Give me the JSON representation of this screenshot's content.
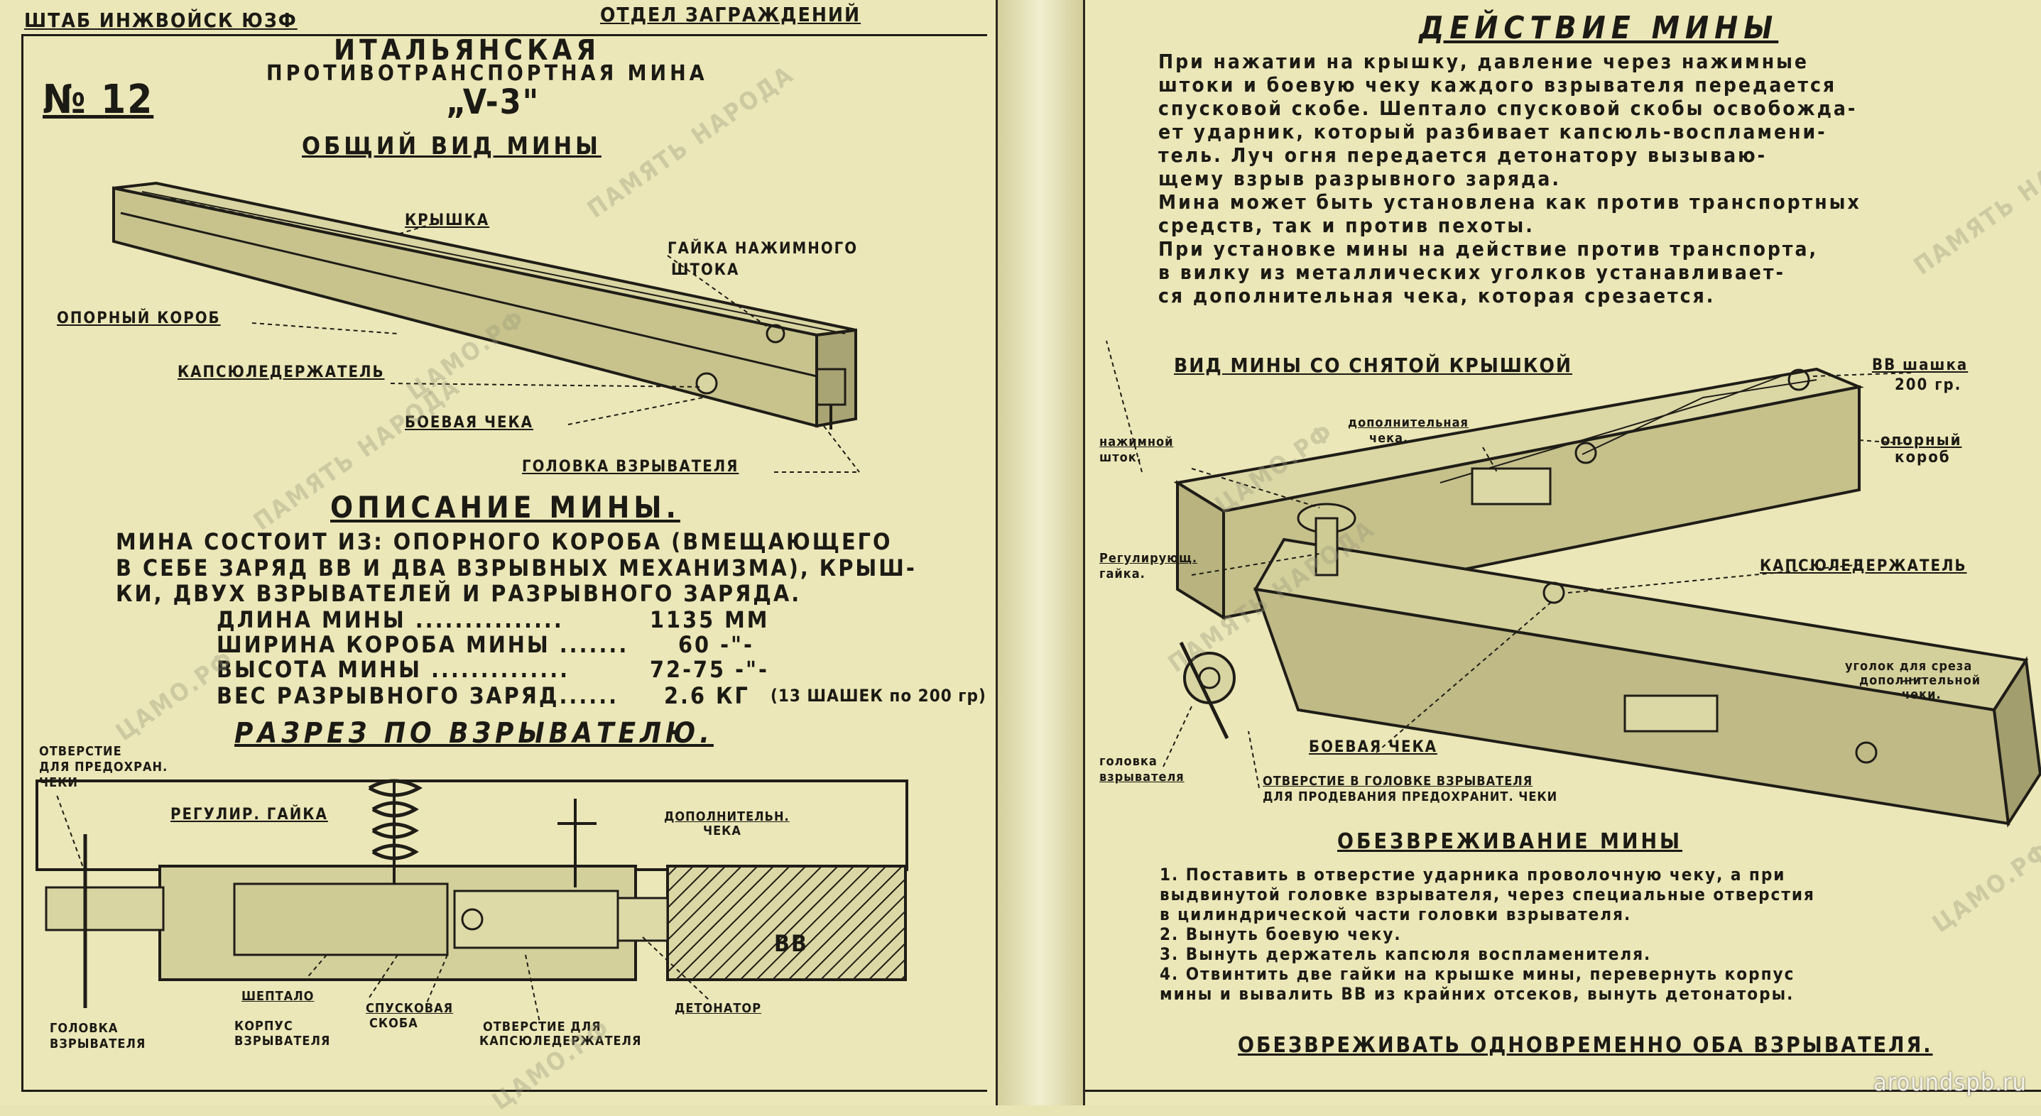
{
  "left": {
    "hq": "ШТАБ ИНЖВОЙСК ЮЗФ",
    "dept": "ОТДЕЛ ЗАГРАЖДЕНИЙ",
    "number": "№ 12",
    "title_line1": "ИТАЛЬЯНСКАЯ",
    "title_line2": "ПРОТИВОТРАНСПОРТНАЯ МИНА",
    "title_line3": "„V-3\"",
    "general_view": "ОБЩИЙ ВИД МИНЫ",
    "labels": {
      "lid": "КРЫШКА",
      "nut": "ГАЙКА НАЖИМНОГО",
      "nut2": "ШТОКА",
      "box": "ОПОРНЫЙ КОРОБ",
      "capsule": "КАПСЮЛЕДЕРЖАТЕЛЬ",
      "pin": "БОЕВАЯ ЧЕКА",
      "head": "ГОЛОВКА ВЗРЫВАТЕЛЯ"
    },
    "desc_title": "ОПИСАНИЕ МИНЫ.",
    "desc_lines": [
      "МИНА СОСТОИТ ИЗ: ОПОРНОГО КОРОБА (ВМЕЩАЮЩЕГО",
      "В СЕБЕ ЗАРЯД ВВ И ДВА ВЗРЫВНЫХ МЕХАНИЗМА), КРЫШ-",
      "КИ, ДВУХ ВЗРЫВАТЕЛЕЙ И РАЗРЫВНОГО ЗАРЯДА."
    ],
    "specs": [
      {
        "name": "ДЛИНА МИНЫ ...............",
        "value": "1135 ММ"
      },
      {
        "name": "ШИРИНА КОРОБА МИНЫ .......",
        "value": "60 -\"-"
      },
      {
        "name": "ВЫСОТА МИНЫ ..............",
        "value": "72-75 -\"-"
      },
      {
        "name": "ВЕС РАЗРЫВНОГО ЗАРЯД......",
        "value": "2.6 КГ"
      }
    ],
    "specs_note": "(13 ШАШЕК по 200 гр)",
    "section_title": "РАЗРЕЗ ПО ВЗРЫВАТЕЛЮ.",
    "section_labels": {
      "hole": "ОТВЕРСТИЕ",
      "hole2": "ДЛЯ ПРЕДОХРАН.",
      "hole3": "ЧЕКИ",
      "reg_nut": "РЕГУЛИР. ГАЙКА",
      "extra_pin": "ДОПОЛНИТЕЛЬН.",
      "extra_pin2": "ЧЕКА",
      "vv": "ВВ",
      "head": "ГОЛОВКА",
      "head2": "ВЗРЫВАТЕЛЯ",
      "sear": "ШЕПТАЛО",
      "body": "КОРПУС",
      "body2": "ВЗРЫВАТЕЛЯ",
      "trigger": "СПУСКОВАЯ",
      "trigger2": "СКОБА",
      "hole_cap": "ОТВЕРСТИЕ ДЛЯ",
      "hole_cap2": "КАПСЮЛЕДЕРЖАТЕЛЯ",
      "detonator": "ДЕТОНАТОР"
    }
  },
  "right": {
    "action_title": "ДЕЙСТВИЕ МИНЫ",
    "action_lines": [
      "При нажатии на крышку, давление через нажимные",
      "штоки и боевую чеку каждого взрывателя передается",
      "спусковой скобе. Шептало спусковой скобы освобожда-",
      "ет ударник, который разбивает капсюль-воспламени-",
      "тель. Луч огня передается детонатору вызываю-",
      "щему взрыв разрывного заряда.",
      "   Мина может быть установлена как против транспортных",
      "средств, так и против пехоты.",
      "   При установке мины на действие против транспорта,",
      "в вилку из металлических уголков устанавливает-",
      "ся дополнительная чека, которая срезается."
    ],
    "view_title": "ВИД МИНЫ СО СНЯТОЙ КРЫШКОЙ",
    "labels": {
      "vv": "ВВ шашка",
      "vv2": "200 гр.",
      "box": "опорный",
      "box2": "короб",
      "rod": "нажимной",
      "rod2": "шток.",
      "extra": "дополнительная",
      "extra2": "чека.",
      "reg": "Регулирующ.",
      "reg2": "гайка.",
      "capsule": "КАПСЮЛЕДЕРЖАТЕЛЬ",
      "angle": "уголок для среза",
      "angle2": "дополнительной",
      "angle3": "чеки.",
      "head": "головка",
      "head2": "взрывателя",
      "pin": "БОЕВАЯ ЧЕКА",
      "hole": "ОТВЕРСТИЕ В ГОЛОВКЕ ВЗРЫВАТЕЛЯ",
      "hole2": "ДЛЯ ПРОДЕВАНИЯ ПРЕДОХРАНИТ. ЧЕКИ"
    },
    "disarm_title": "ОБЕЗВРЕЖИВАНИЕ МИНЫ",
    "disarm_lines": [
      "1. Поставить в отверстие ударника проволочную чеку, а при",
      "выдвинутой головке взрывателя, через специальные отверстия",
      "в цилиндрической части головки взрывателя.",
      "2. Вынуть боевую чеку.",
      "3. Вынуть держатель капсюля воспламенителя.",
      "4. Отвинтить две гайки на крышке мины, перевернуть корпус",
      "мины и вывалить ВВ из крайних отсеков, вынуть детонаторы."
    ],
    "final": "ОБЕЗВРЕЖИВАТЬ ОДНОВРЕМЕННО ОБА ВЗРЫВАТЕЛЯ."
  },
  "watermarks": [
    "ПАМЯТЬ НАРОДА",
    "ЦАМО.РФ"
  ],
  "site": "aroundspb.ru"
}
